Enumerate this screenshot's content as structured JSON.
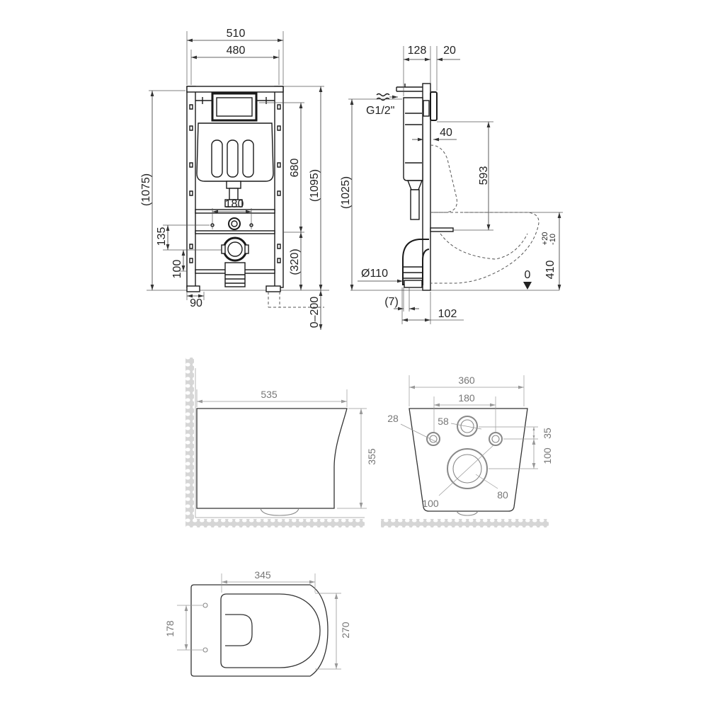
{
  "front_view": {
    "width_outer": "510",
    "width_inner": "480",
    "height_left": "(1075)",
    "height_cistern": "680",
    "height_total": "(1095)",
    "bolt_spacing": "180",
    "dim_135": "135",
    "dim_100": "100",
    "drain_height": "(320)",
    "foot_width": "90",
    "foot_adjust": "0–200"
  },
  "side_view": {
    "depth": "128",
    "plate": "20",
    "water_inlet": "G1/2\"",
    "dim_40": "40",
    "dim_593": "593",
    "height": "(1025)",
    "drain_diameter": "Ø110",
    "dim_7": "(7)",
    "dim_102": "102",
    "floor_level": "0",
    "seat_height": "410",
    "tol_plus": "+20",
    "tol_minus": "-10"
  },
  "bowl_side": {
    "length": "535",
    "height": "355"
  },
  "bowl_back": {
    "width": "360",
    "bolt_spacing": "180",
    "bolt_hole": "28",
    "inlet_hole": "58",
    "dim_35": "35",
    "dim_100": "100",
    "drain_outer": "100",
    "drain_inner": "80"
  },
  "bowl_top": {
    "length": "345",
    "bolt_spacing": "178",
    "width": "270"
  }
}
